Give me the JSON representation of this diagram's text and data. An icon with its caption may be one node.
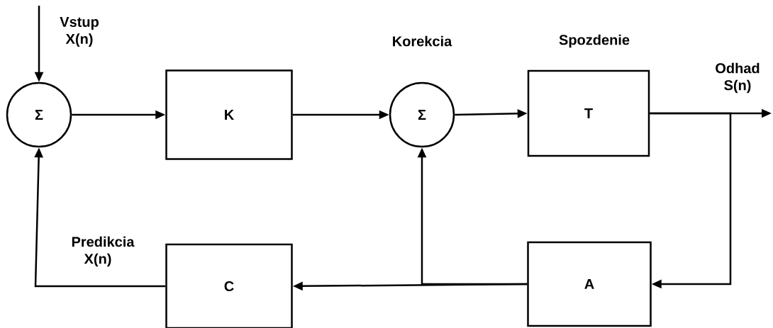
{
  "diagram": {
    "nodes": [
      {
        "text": [
          "Σ"
        ]
      },
      {
        "text": [
          "K"
        ]
      },
      {
        "text": [
          "Σ"
        ],
        "beside": [
          "Korekcia"
        ]
      },
      {
        "text": [
          "T"
        ],
        "beside": [
          "Spozdenie"
        ]
      },
      {
        "text": [
          "A"
        ]
      },
      {
        "text": [
          "C"
        ]
      }
    ],
    "edges": [
      {
        "from": null,
        "to": 0,
        "arrow": "to",
        "label": "Vstup X(n)"
      },
      {
        "from": 0,
        "to": 1,
        "arrow": "to"
      },
      {
        "from": 1,
        "to": 2,
        "arrow": "to"
      },
      {
        "from": 2,
        "to": 3,
        "arrow": "to"
      },
      {
        "from": 3,
        "to": null,
        "arrow": "to",
        "label": "Odhad S(n)"
      },
      {
        "from": 3,
        "to": 4,
        "arrow": "to"
      },
      {
        "from": 4,
        "to": 5,
        "arrow": "to"
      },
      {
        "from": 4,
        "to": 2,
        "arrow": "to"
      },
      {
        "from": 5,
        "to": 0,
        "arrow": "to",
        "label": "Predikcia X(n)"
      }
    ]
  }
}
